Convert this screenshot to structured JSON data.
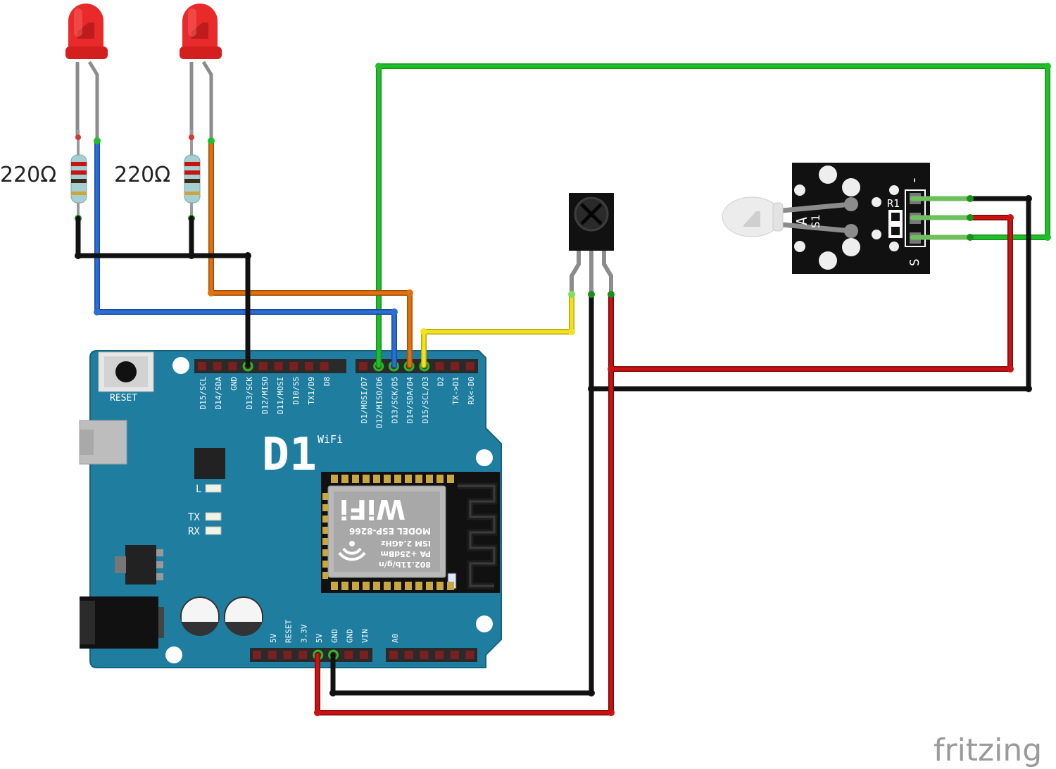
{
  "resistors": [
    {
      "label": "220Ω"
    },
    {
      "label": "220Ω"
    }
  ],
  "board": {
    "reset_label": "RESET",
    "logo": "D1",
    "logo_sup": "WiFi",
    "pins_top_left": [
      "D15/SCL",
      "D14/SDA",
      "GND",
      "D13/SCK",
      "D12/MISO",
      "D11/MOSI",
      "D10/SS",
      "TX1/D9",
      "D8"
    ],
    "pins_top_right": [
      "D1/MOSI/D7",
      "D12/MISO/D6",
      "D13/SCK/D5",
      "D14/SDA/D4",
      "D15/SCL/D3",
      "D2",
      "TX->D1",
      "RX<-D0"
    ],
    "pins_bottom": [
      "5V",
      "RESET",
      "3.3V",
      "5V",
      "GND",
      "GND",
      "VIN"
    ],
    "pin_a0": "A0",
    "led_l": "L",
    "led_tx": "TX",
    "led_rx": "RX"
  },
  "esp_module": {
    "line1": "802.11b/g/n",
    "line2": "PA +25dBm",
    "line3": "ISM 2.4GHz",
    "line4": "MODEL  ESP-8266",
    "wifi": "WiFi"
  },
  "ir_module": {
    "label_a": "A",
    "label_s1": "S1",
    "label_r1": "R1",
    "label_minus": "-",
    "label_s": "S"
  },
  "brand": "fritzing",
  "colors": {
    "board": "#1f7ea0",
    "wire_green": "#1fbf2a",
    "wire_red": "#cc1111",
    "wire_black": "#111111",
    "wire_blue": "#2a6fd6",
    "wire_orange": "#e07010",
    "wire_yellow": "#f2e31a",
    "led_red": "#e82a2a"
  }
}
